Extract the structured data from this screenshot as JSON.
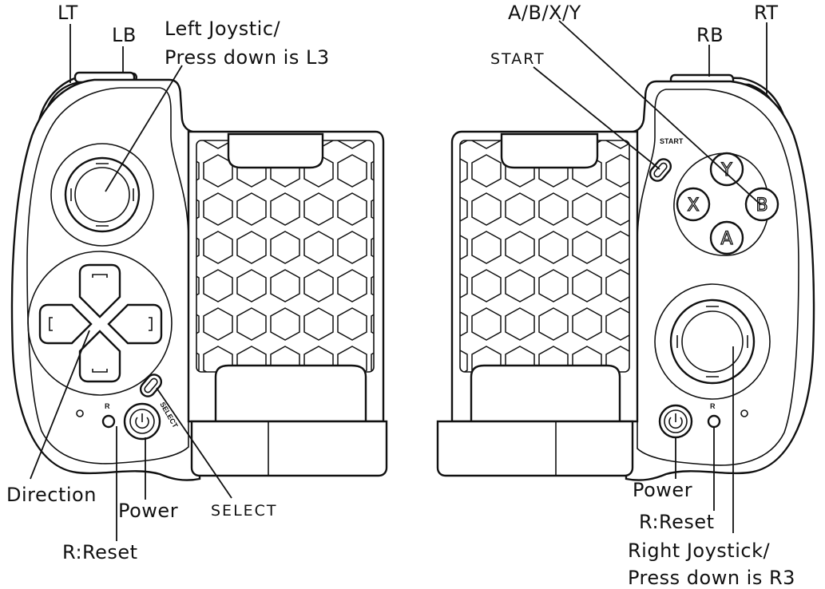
{
  "labels": {
    "lt": "LT",
    "lb": "LB",
    "left_joystick_line1": "Left Joystic/",
    "left_joystick_line2": "Press down is L3",
    "abxy": "A/B/X/Y",
    "rt": "RT",
    "rb": "RB",
    "start": "START",
    "direction": "Direction",
    "power_left": "Power",
    "select": "SELECT",
    "reset_left": "R:Reset",
    "power_right": "Power",
    "reset_right": "R:Reset",
    "right_joystick_line1": "Right Joystick/",
    "right_joystick_line2": "Press down is R3"
  },
  "device_marks": {
    "start_mark": "START",
    "select_mark": "SELECT",
    "reset_mark_left": "R",
    "reset_mark_right": "R"
  },
  "face_buttons": {
    "y": "Y",
    "x": "X",
    "b": "B",
    "a": "A"
  },
  "colors": {
    "stroke": "#111111",
    "background": "#ffffff"
  }
}
